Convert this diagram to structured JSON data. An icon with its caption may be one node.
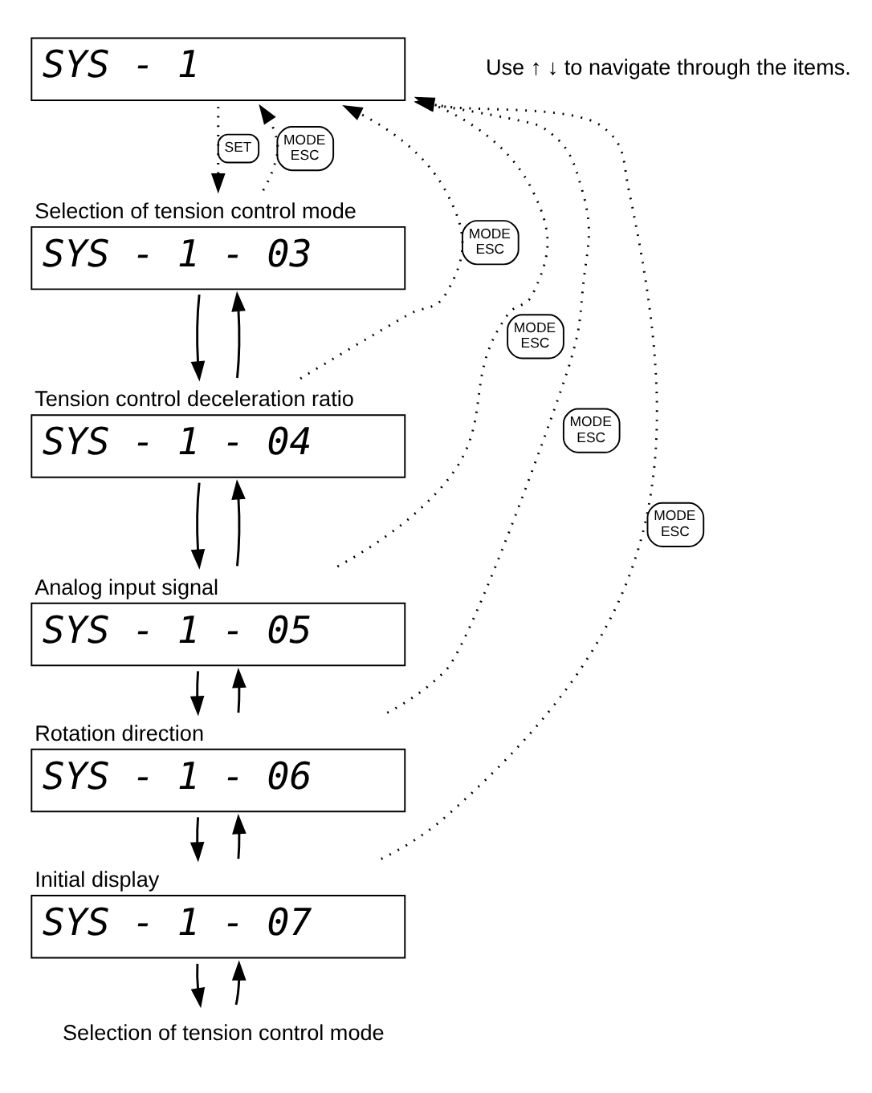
{
  "diagram": {
    "nodes": [
      {
        "text": [
          "SYS - 1"
        ]
      },
      {
        "text": [
          "SYS - 1 - 03"
        ],
        "beside": [
          "Selection of tension control mode"
        ]
      },
      {
        "text": [
          "SYS - 1 - 04"
        ],
        "beside": [
          "Tension control deceleration ratio"
        ]
      },
      {
        "text": [
          "SYS - 1 - 05"
        ],
        "beside": [
          "Analog input signal"
        ]
      },
      {
        "text": [
          "SYS - 1 - 06"
        ],
        "beside": [
          "Rotation direction"
        ]
      },
      {
        "text": [
          "SYS - 1 - 07"
        ],
        "beside": [
          "Initial display"
        ]
      },
      {
        "text": [
          "Selection of tension control mode"
        ]
      }
    ],
    "edges": [
      {
        "from": 0,
        "to": 1,
        "arrow": "to",
        "style": "dashed",
        "label": "SET"
      },
      {
        "from": 1,
        "to": 0,
        "arrow": "to",
        "style": "dashed",
        "label": "MODE ESC"
      },
      {
        "from": 2,
        "to": 0,
        "arrow": "to",
        "style": "dashed",
        "label": "MODE ESC"
      },
      {
        "from": 3,
        "to": 0,
        "arrow": "to",
        "style": "dashed",
        "label": "MODE ESC"
      },
      {
        "from": 4,
        "to": 0,
        "arrow": "to",
        "style": "dashed",
        "label": "MODE ESC"
      },
      {
        "from": 5,
        "to": 0,
        "arrow": "to",
        "style": "dashed",
        "label": "MODE ESC"
      },
      {
        "from": 1,
        "to": 2,
        "arrow": "to"
      },
      {
        "from": 2,
        "to": 1,
        "arrow": "to"
      },
      {
        "from": 2,
        "to": 3,
        "arrow": "to"
      },
      {
        "from": 3,
        "to": 2,
        "arrow": "to"
      },
      {
        "from": 3,
        "to": 4,
        "arrow": "to"
      },
      {
        "from": 4,
        "to": 3,
        "arrow": "to"
      },
      {
        "from": 4,
        "to": 5,
        "arrow": "to"
      },
      {
        "from": 5,
        "to": 4,
        "arrow": "to"
      },
      {
        "from": 5,
        "to": 6,
        "arrow": "to"
      },
      {
        "from": 6,
        "to": 5,
        "arrow": "to"
      }
    ],
    "labels": [
      "Use ↑ ↓ to navigate through the items."
    ]
  }
}
